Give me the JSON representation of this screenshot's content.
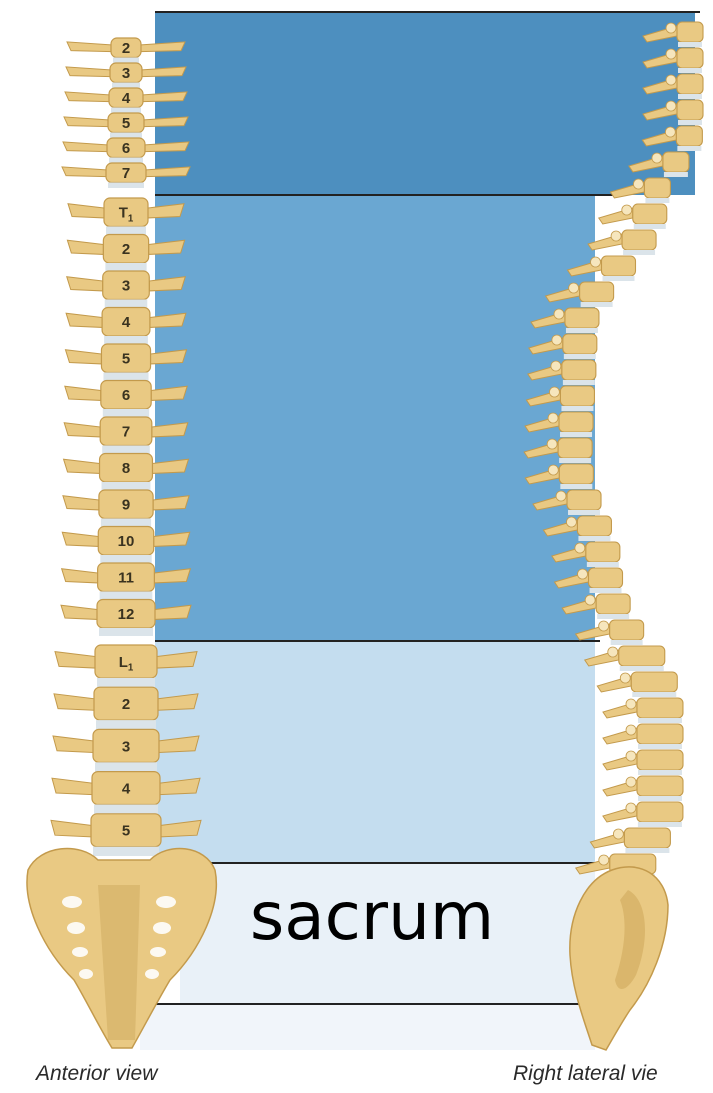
{
  "colors": {
    "cervical_band": "#4d8fbf",
    "thoracic_band": "#6aa7d2",
    "lumbar_band": "#c4ddef",
    "sacral_band": "#e9f1f8",
    "coccyx_band": "#f1f5fa",
    "bone": "#e9c983",
    "bone_dark": "#c39a4c",
    "disc": "#dbe4ea"
  },
  "labels": {
    "sacrum": "sacrum",
    "anterior_view": "Anterior view",
    "right_lateral_view": "Right lateral vie"
  },
  "vertebrae": {
    "cervical": [
      {
        "label": "2"
      },
      {
        "label": "3"
      },
      {
        "label": "4"
      },
      {
        "label": "5"
      },
      {
        "label": "6"
      },
      {
        "label": "7"
      }
    ],
    "thoracic": [
      {
        "label": "T",
        "sub": "1"
      },
      {
        "label": "2"
      },
      {
        "label": "3"
      },
      {
        "label": "4"
      },
      {
        "label": "5"
      },
      {
        "label": "6"
      },
      {
        "label": "7"
      },
      {
        "label": "8"
      },
      {
        "label": "9"
      },
      {
        "label": "10"
      },
      {
        "label": "11"
      },
      {
        "label": "12"
      }
    ],
    "lumbar": [
      {
        "label": "L",
        "sub": "1"
      },
      {
        "label": "2"
      },
      {
        "label": "3"
      },
      {
        "label": "4"
      },
      {
        "label": "5"
      }
    ]
  }
}
